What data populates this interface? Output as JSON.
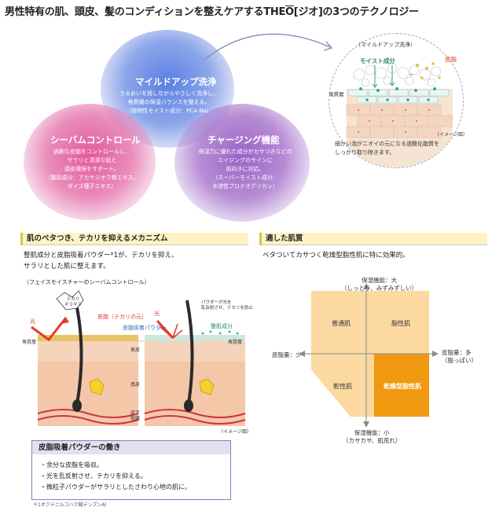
{
  "page": {
    "title_pre": "男性特有の肌、頭皮、髪のコンディションを整えケアするTHE",
    "title_o": "O",
    "title_post": "[ジオ]の3つのテクノロジー"
  },
  "venn": {
    "circles": [
      {
        "title": "マイルドアップ洗浄",
        "lines": [
          "うるおいを残しながらやさしく洗浄し、",
          "角質層の保湿バランスを整える。",
          "（植物性モイスト成分：PCA-Na）"
        ],
        "color": "#5a7fe0"
      },
      {
        "title": "シーバムコントロール",
        "lines": [
          "過剰な皮脂をコントロールし、",
          "サラリと清潔な肌と",
          "頭皮環境をサポート。",
          "（整肌成分：アカヤジオウ根エキス、",
          "ダイズ種子エキス）"
        ],
        "color": "#e0589a"
      },
      {
        "title": "チャージング機能",
        "lines": [
          "保湿力に優れた成分がカサつきなどの",
          "エイジングのサインに",
          "前向きに対応。",
          "（スーパーモイスト成分：",
          "水溶性プロテオグリカン）"
        ],
        "color": "#9a62c6"
      }
    ]
  },
  "skin_detail": {
    "heading": "（マイルドアップ洗浄）",
    "label_moist": "モイスト成分",
    "label_sebum": "皮脂",
    "label_layer": "角質層",
    "note": "（イメージ図）",
    "caption_lines": [
      "細かい泡がニオイの元になる過酸化脂質を",
      "しっかり取り除きます。"
    ]
  },
  "mechanism": {
    "heading": "肌のベタつき、テカリを抑えるメカニズム",
    "intro_lines": [
      "整肌成分と皮脂吸着パウダー*1が、テカリを抑え、",
      "サラリとした肌に整えます。"
    ],
    "diagram_title": "（フェイスモイスチャーのシーバムコントロール）",
    "labels": {
      "shine": "テカリ\nギラギラ",
      "light_left": "光",
      "light_right": "光",
      "sebum": "皮脂（テカリの元）",
      "powder": "皮脂吸着パウダー",
      "powder_note": "パウダーが光を\n乱反射させ、テカリを防止",
      "ingredient": "整肌成分",
      "layer_left": "角質層",
      "layer_right": "角質層",
      "epidermis": "表皮",
      "dermis": "真皮",
      "subcutis": "皮下\n組織",
      "note": "（イメージ図）"
    }
  },
  "powder_box": {
    "heading": "皮脂吸着パウダーの働き",
    "items": [
      "・余分な皮脂を吸収。",
      "・光を乱反射させ、テカリを抑える。",
      "・微粒子パウダーがサラリとしたさわり心地の肌に。"
    ]
  },
  "footnote": "＊1オクテニルコハク酸デンプンAl",
  "skin_type": {
    "heading": "適した肌質",
    "intro": "ベタついてカサつく乾燥型脂性肌に特に効果的。",
    "axis_top": [
      "保湿機能：大",
      "（しっとり、みずみずしい）"
    ],
    "axis_bottom": [
      "保湿機能：小",
      "（カサカサ、肌荒れ）"
    ],
    "axis_left": "皮脂量：少",
    "axis_right": [
      "皮脂量：多",
      "（脂っぽい）"
    ],
    "quadrants": {
      "top_left": "普通肌",
      "top_right": "脂性肌",
      "bottom_left": "乾性肌",
      "bottom_right": "乾燥型脂性肌"
    },
    "colors": {
      "light": "#fbd9a0",
      "highlight": "#f0980f"
    }
  }
}
